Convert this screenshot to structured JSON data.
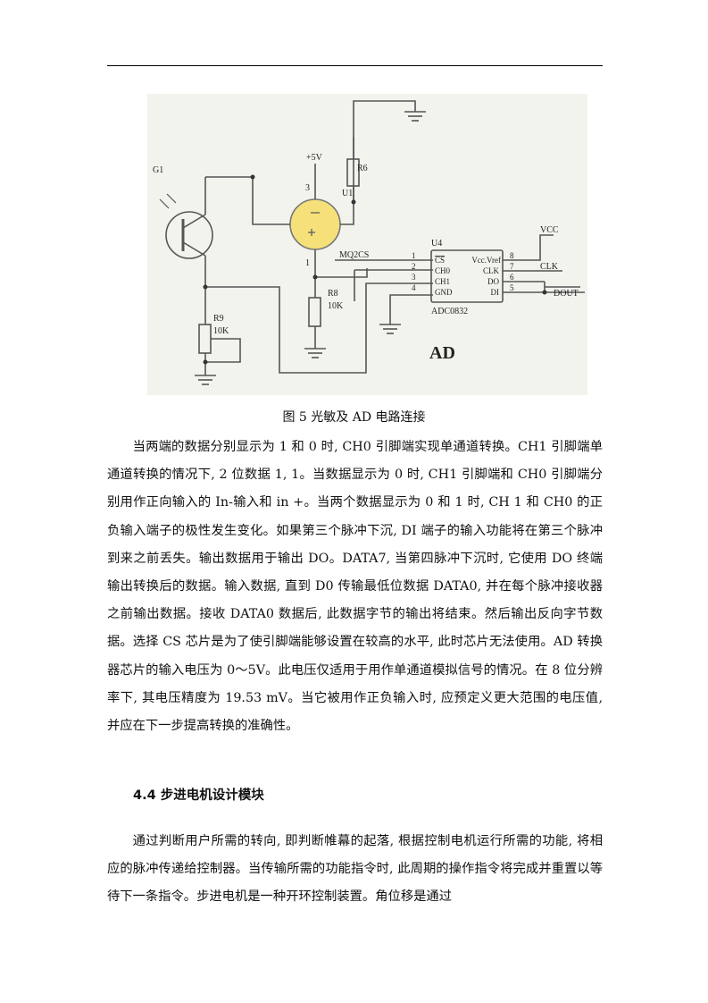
{
  "figure": {
    "labels": {
      "g1": "G1",
      "plus5v": "+5V",
      "r6": "R6",
      "u1": "U1",
      "pin3": "3",
      "pin1": "1",
      "mq2cs": "MQ2CS",
      "r8": "R8",
      "r8_value": "10K",
      "r9": "R9",
      "r9_value": "10K",
      "u4": "U4",
      "vcc": "VCC",
      "clk": "CLK",
      "dout": "DOUT",
      "ad": "AD",
      "pin_numbers_left": [
        "1",
        "2",
        "3",
        "4"
      ],
      "pin_numbers_right": [
        "8",
        "7",
        "6",
        "5"
      ],
      "chip_pins_left": [
        "CS",
        "CH0",
        "CH1",
        "GND"
      ],
      "chip_pins_right": [
        "Vcc.Vref",
        "CLK",
        "DO",
        "DI"
      ],
      "chip_name": "ADC0832"
    }
  },
  "caption": "图 5  光敏及 AD 电路连接",
  "paragraph1": "当两端的数据分别显示为 1 和 0 时, CH0 引脚端实现单通道转换。CH1 引脚端单通道转换的情况下, 2 位数据 1, 1。当数据显示为 0 时, CH1 引脚端和 CH0 引脚端分别用作正向输入的 In-输入和 in +。当两个数据显示为 0 和 1 时, CH 1 和 CH0 的正负输入端子的极性发生变化。如果第三个脉冲下沉, DI 端子的输入功能将在第三个脉冲到来之前丢失。输出数据用于输出 DO。DATA7, 当第四脉冲下沉时, 它使用 DO 终端输出转换后的数据。输入数据, 直到 D0 传输最低位数据 DATA0, 并在每个脉冲接收器之前输出数据。接收 DATA0 数据后, 此数据字节的输出将结束。然后输出反向字节数据。选择 CS 芯片是为了使引脚端能够设置在较高的水平, 此时芯片无法使用。AD 转换器芯片的输入电压为 0～5V。此电压仅适用于用作单通道模拟信号的情况。在 8 位分辨率下, 其电压精度为 19.53 mV。当它被用作正负输入时, 应预定义更大范围的电压值, 并应在下一步提高转换的准确性。",
  "heading": "4.4 步进电机设计模块",
  "paragraph2": "通过判断用户所需的转向, 即判断帷幕的起落, 根据控制电机运行所需的功能, 将相应的脉冲传递给控制器。当传输所需的功能指令时, 此周期的操作指令将完成并重置以等待下一条指令。步进电机是一种开环控制装置。角位移是通过"
}
